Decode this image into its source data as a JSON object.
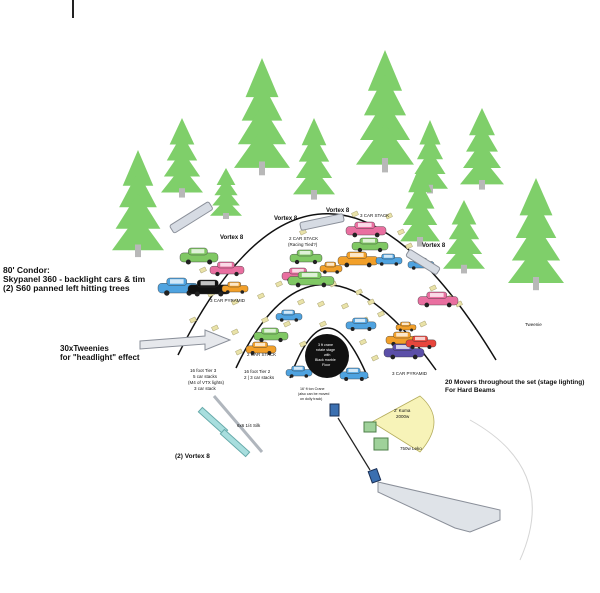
{
  "labels": {
    "condor_line1": "80' Condor:",
    "condor_line2": "Skypanel 360 - backlight cars & tim",
    "condor_line3": "(2) S60 panned left hitting trees",
    "tweenies_line1": "30xTweenies",
    "tweenies_line2": "for \"headlight\" effect",
    "movers_line1": "20 Movers throughout the set (stage lighting)",
    "movers_line2": "For Hard Beams",
    "vortex_top": "Vortex 8",
    "vortex_left": "Vortex 8",
    "vortex_mid": "Vortex 8",
    "vortex_right": "Vortex 8",
    "vortex_bottom": "(2) Vortex 8",
    "car_stack_3_top": "3 CAR STACK",
    "car_stack_2_racing_1": "2 CAR STACK",
    "car_stack_2_racing_2": "(Racing Tied?)",
    "car_pyramid_3_left": "3 CAR PYRAMID",
    "car_stack_2_left": "2 CAR STACK",
    "car_pyramid_3_right": "3 CAR PYRAMID",
    "tier3_line1": "16 foot Tier 3",
    "tier3_line2": "5 car stacks",
    "tier3_line3": "(M4 of VTX lights)",
    "tier3_line4": "3 car stack",
    "tier2_line1": "16 foot Tier 2",
    "tier2_line2": "2 | 3 car stacks",
    "center_line1": "3 ft crane",
    "center_line2": "rotate stage",
    "center_line3": "with",
    "center_line4": "Black marble",
    "center_line5": "Floor",
    "silk_label": "6x6 1/4 Silk",
    "tweenie_tag": "Tweenie",
    "kuma_line1": "2' Kuma",
    "kuma_line2": "2000w",
    "leko_label": "750w Leko",
    "stage_note_1": "16' ft ton Crane",
    "stage_note_2": "(also can be moved",
    "stage_note_3": "on dolly track)"
  },
  "colors": {
    "tree": "#7fcf6a",
    "trunk": "#b8b8b8",
    "arc": "#111111",
    "car_green": "#80c864",
    "car_pink": "#e96fa0",
    "car_blue": "#4fa3e0",
    "car_orange": "#f2a02a",
    "car_black": "#111111",
    "car_purple": "#5b4fa8",
    "car_red": "#e8463c",
    "tweenie": "#e9e2a8",
    "cone": "#f7f3b8",
    "silk": "#a8dede",
    "truss": "#c9ced6"
  }
}
